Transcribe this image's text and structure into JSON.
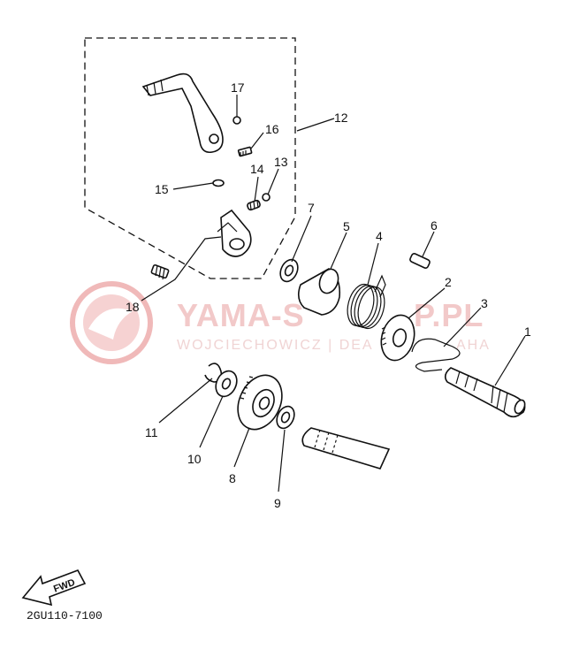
{
  "watermark": {
    "title": "YAMA-S",
    "title_tail": "P.PL",
    "subtitle": "WOJCIECHOWICZ | DEA",
    "subtitle_tail": "AHA",
    "color": "#e8a6a6"
  },
  "diagram_code": "2GU110-7100",
  "fwd_label": "FWD",
  "callouts": {
    "p1": "1",
    "p2": "2",
    "p3": "3",
    "p4": "4",
    "p5": "5",
    "p6": "6",
    "p7": "7",
    "p8": "8",
    "p9": "9",
    "p10": "10",
    "p11": "11",
    "p12": "12",
    "p13": "13",
    "p14": "14",
    "p15": "15",
    "p16": "16",
    "p17": "17",
    "p18": "18"
  }
}
